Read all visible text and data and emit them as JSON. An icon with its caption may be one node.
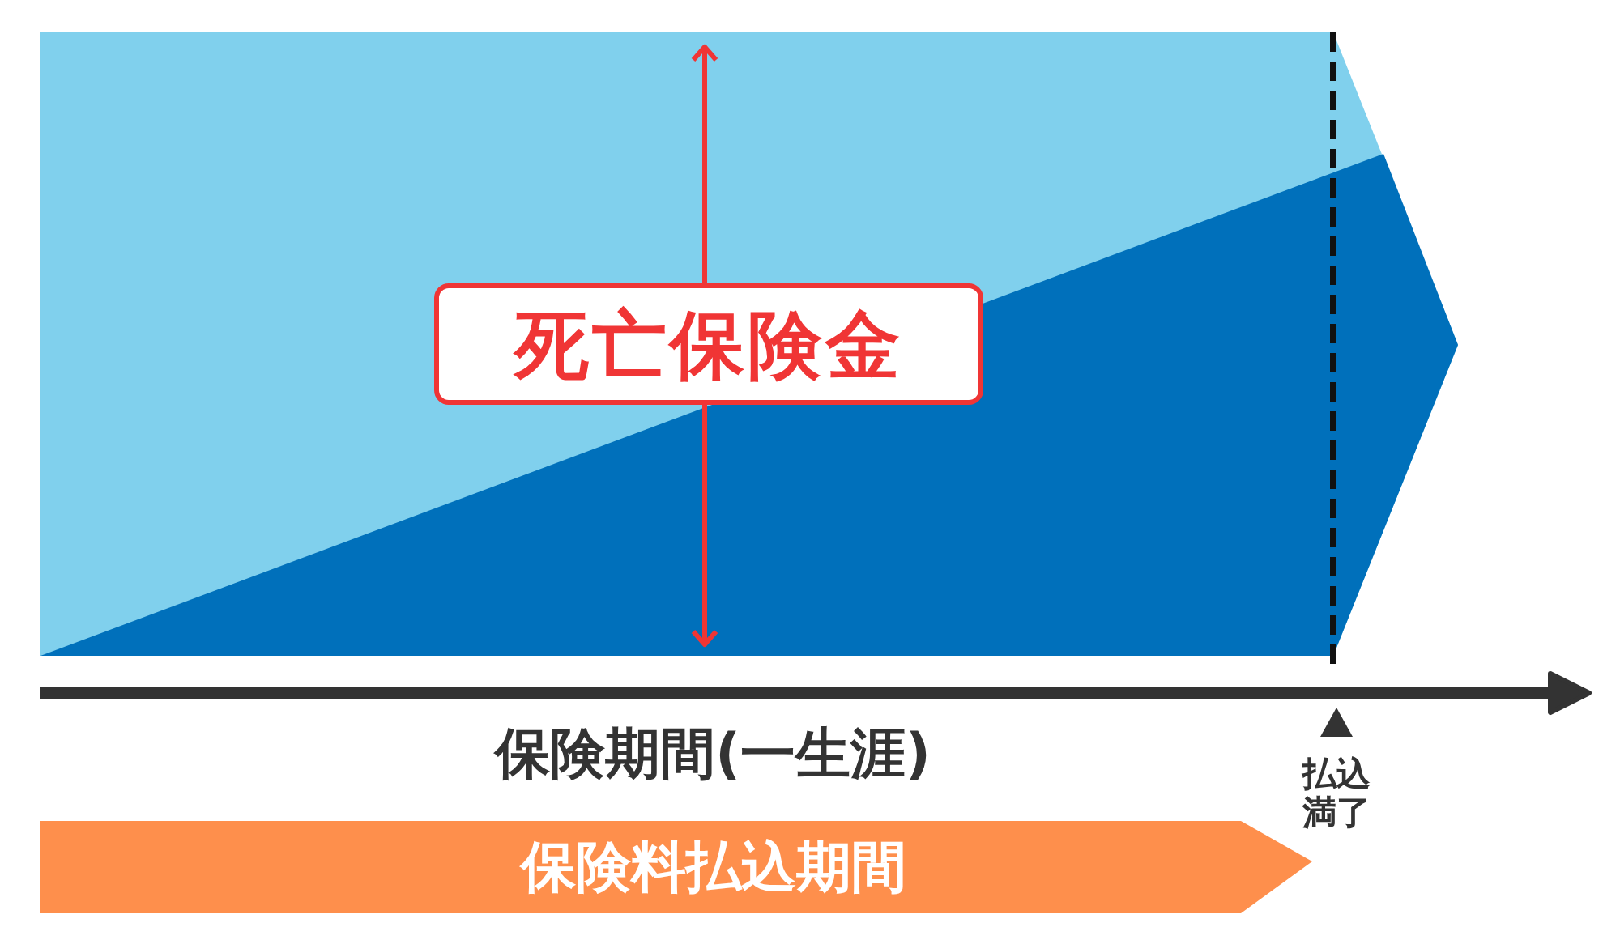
{
  "diagram": {
    "nodes": [
      {
        "text": [
          "死亡保険金"
        ]
      },
      {
        "text": [
          "保険料払込期間"
        ]
      }
    ],
    "labels": [
      "保険期間(一生涯)",
      "払込満了"
    ]
  }
}
